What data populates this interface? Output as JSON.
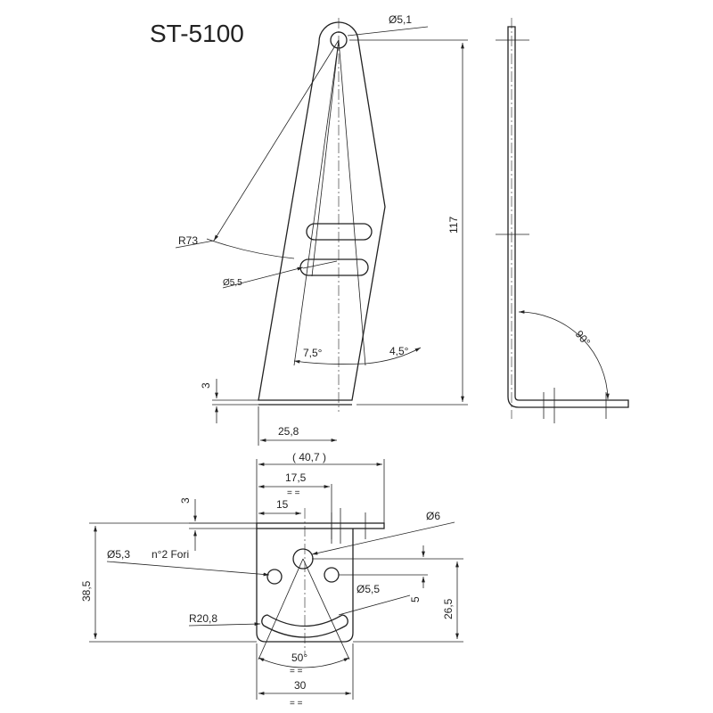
{
  "title": "ST-5100",
  "front_view": {
    "dim_top_hole": "Ø5,1",
    "dim_height": "117",
    "dim_radius": "R73",
    "dim_slot": "Ø5,5",
    "dim_angle_left": "7,5°",
    "dim_angle_right": "4,5°",
    "dim_thickness": "3",
    "dim_half_width": "25,8"
  },
  "side_view": {
    "dim_bend_angle": "90°"
  },
  "bottom_view": {
    "dim_overall": "( 40,7   )",
    "dim_17_5": "17,5",
    "equal_a": "= =",
    "dim_15": "15",
    "dim_thickness": "3",
    "dim_center_hole": "Ø6",
    "dim_side_holes": "Ø5,3",
    "holes_note": "n°2 Fori",
    "dim_small_holes": "Ø5,5",
    "dim_38_5": "38,5",
    "dim_26_5": "26,5",
    "dim_5": "5",
    "dim_radius": "R20,8",
    "dim_angle": "50°",
    "equal_b": "= =",
    "dim_width": "30",
    "equal_c": "= ="
  }
}
